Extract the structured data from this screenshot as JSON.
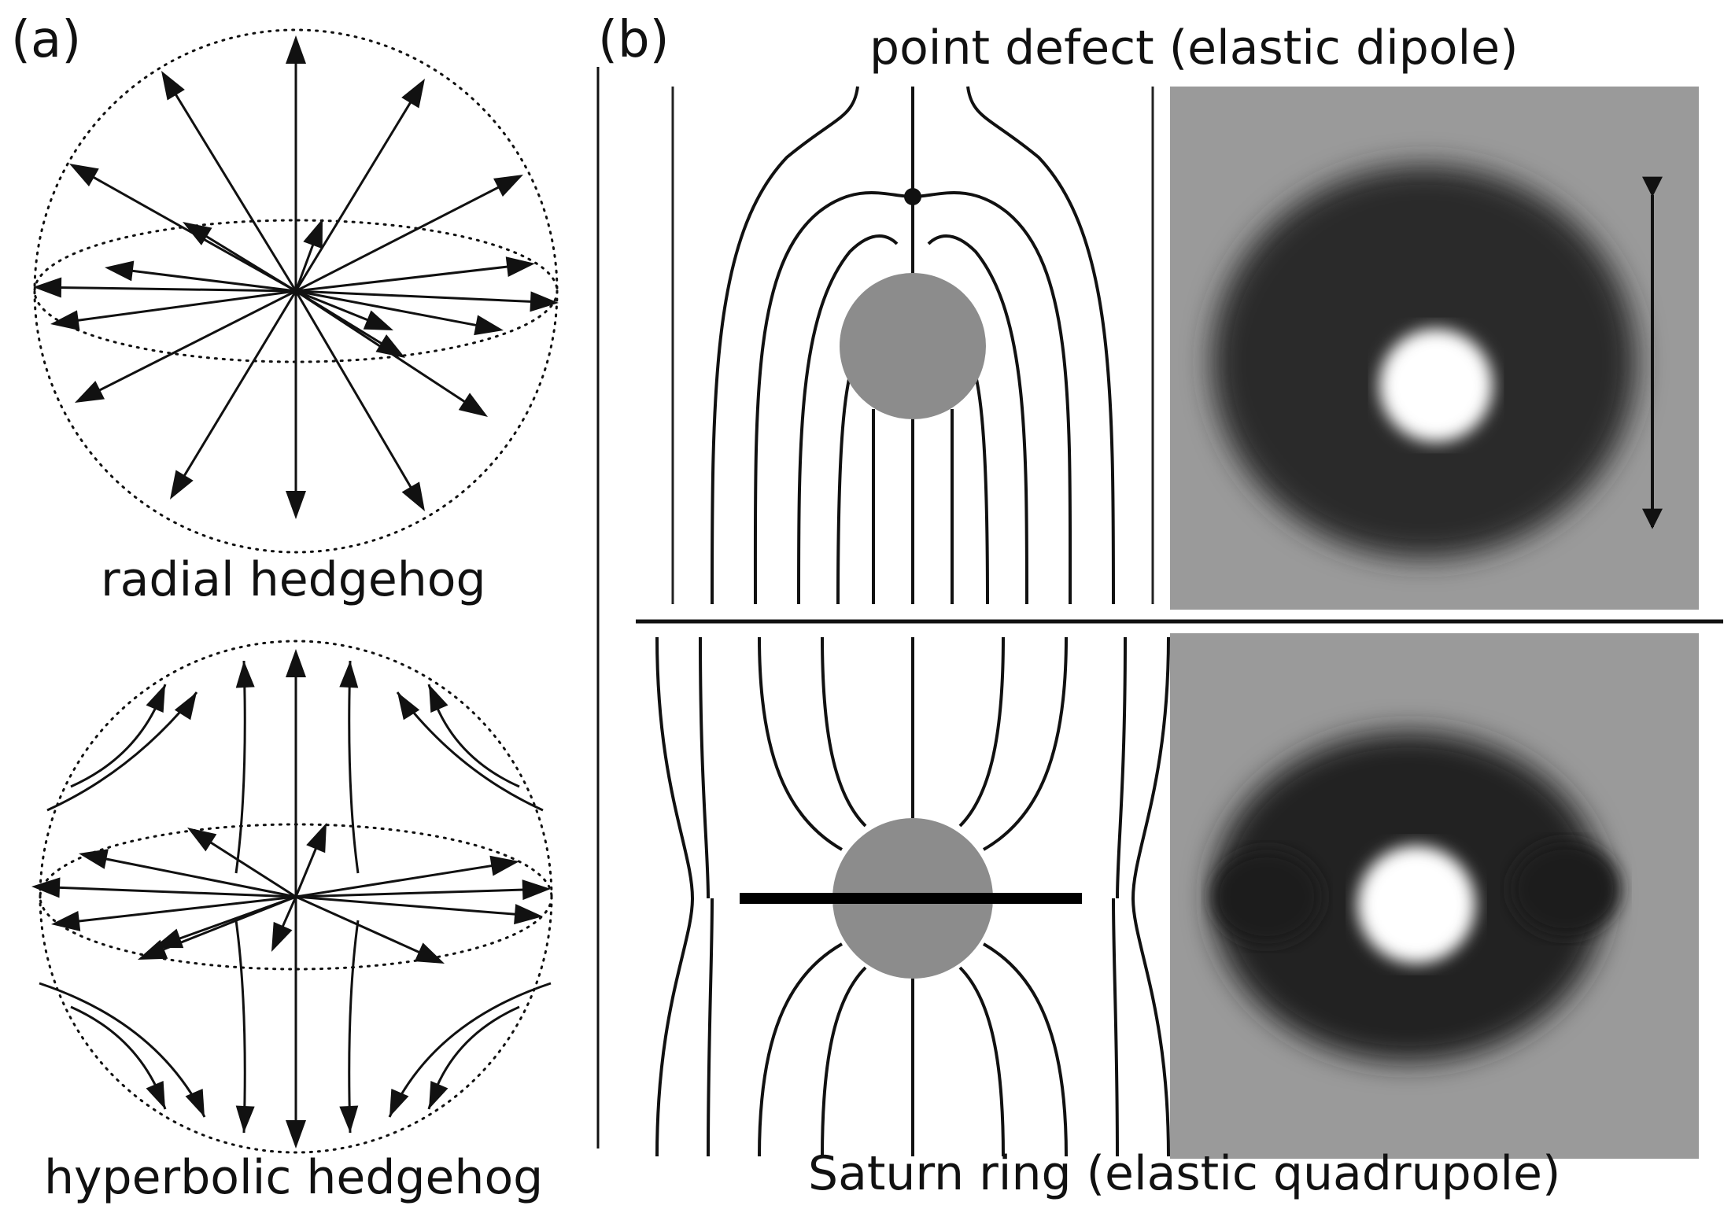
{
  "panel_a": {
    "label": "(a)",
    "top_caption": "radial hedgehog",
    "bottom_caption": "hyperbolic hedgehog"
  },
  "panel_b": {
    "label": "(b)",
    "top_caption": "point defect (elastic dipole)",
    "bottom_caption": "Saturn ring (elastic quadrupole)"
  },
  "colors": {
    "line": "#111111",
    "particle": "#8c8c8c",
    "micrograph_bg": "#9a9a9a"
  }
}
